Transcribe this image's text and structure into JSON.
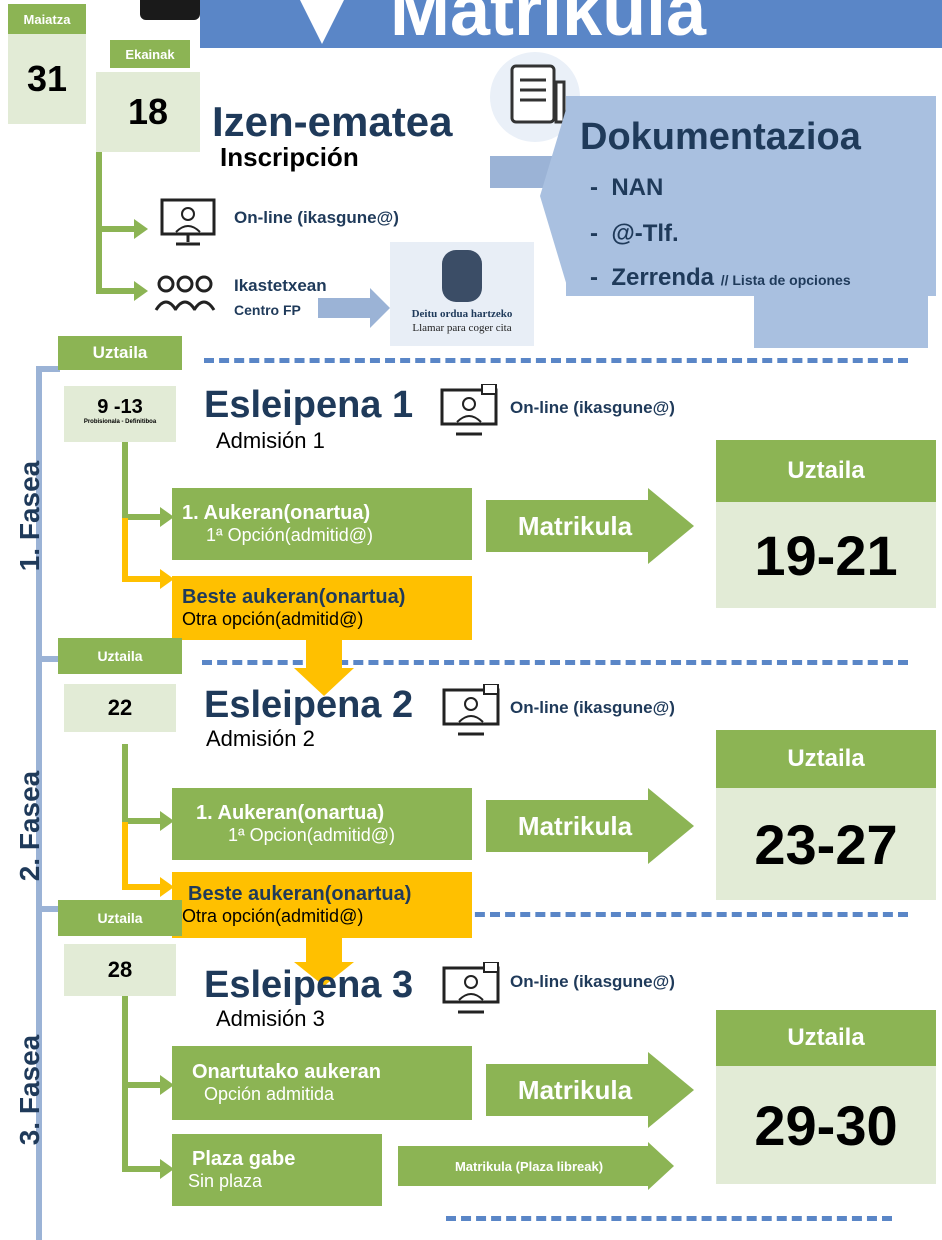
{
  "header": {
    "title": "Matrikula",
    "maiatza_label": "Maiatza",
    "maiatza_day": "31",
    "ekainak_label": "Ekainak",
    "ekainak_day": "18"
  },
  "izen": {
    "title": "Izen-ematea",
    "subtitle": "Inscripción",
    "online": "On-line (ikasgune@)",
    "ikastetxe": "Ikastetxean",
    "centro": "Centro FP",
    "call_line1": "Deitu ordua hartzeko",
    "call_line2": "Llamar para coger cita"
  },
  "docs": {
    "title": "Dokumentazioa",
    "items": [
      "NAN",
      "@-Tlf.",
      "Zerrenda"
    ],
    "extra": "// Lista de opciones"
  },
  "phase1": {
    "label": "1. Fasea",
    "month": "Uztaila",
    "days": "9 -13",
    "days_note": "Probisionala - Definitiboa",
    "title": "Esleipena 1",
    "subtitle": "Admisión 1",
    "online": "On-line (ikasgune@)",
    "opt1_l1": "1. Aukeran(onartua)",
    "opt1_l2": "1ª Opción(admitid@)",
    "opt2_l1": "Beste aukeran(onartua)",
    "opt2_l2": "Otra  opción(admitid@)",
    "matrikula": "Matrikula",
    "result_month": "Uztaila",
    "result_days": "19-21"
  },
  "phase2": {
    "label": "2. Fasea",
    "month": "Uztaila",
    "days": "22",
    "title": "Esleipena 2",
    "subtitle": "Admisión 2",
    "online": "On-line (ikasgune@)",
    "opt1_l1": "1. Aukeran(onartua)",
    "opt1_l2": "1ª Opcion(admitid@)",
    "opt2_l1": "Beste aukeran(onartua)",
    "opt2_l2": "Otra  opción(admitid@)",
    "matrikula": "Matrikula",
    "result_month": "Uztaila",
    "result_days": "23-27"
  },
  "phase3": {
    "label": "3. Fasea",
    "month": "Uztaila",
    "days": "28",
    "title": "Esleipena 3",
    "subtitle": "Admisión 3",
    "online": "On-line (ikasgune@)",
    "opt1_l1": "Onartutako aukeran",
    "opt1_l2": "Opción admitida",
    "opt2_l1": "Plaza gabe",
    "opt2_l2": "Sin plaza",
    "matrikula": "Matrikula",
    "matrikula2": "Matrikula (Plaza  libreak)",
    "result_month": "Uztaila",
    "result_days": "29-30"
  },
  "colors": {
    "green": "#8cb454",
    "light_green": "#e2ebd6",
    "orange": "#ffc000",
    "blue": "#5a86c7",
    "navy": "#1f3a5a"
  }
}
